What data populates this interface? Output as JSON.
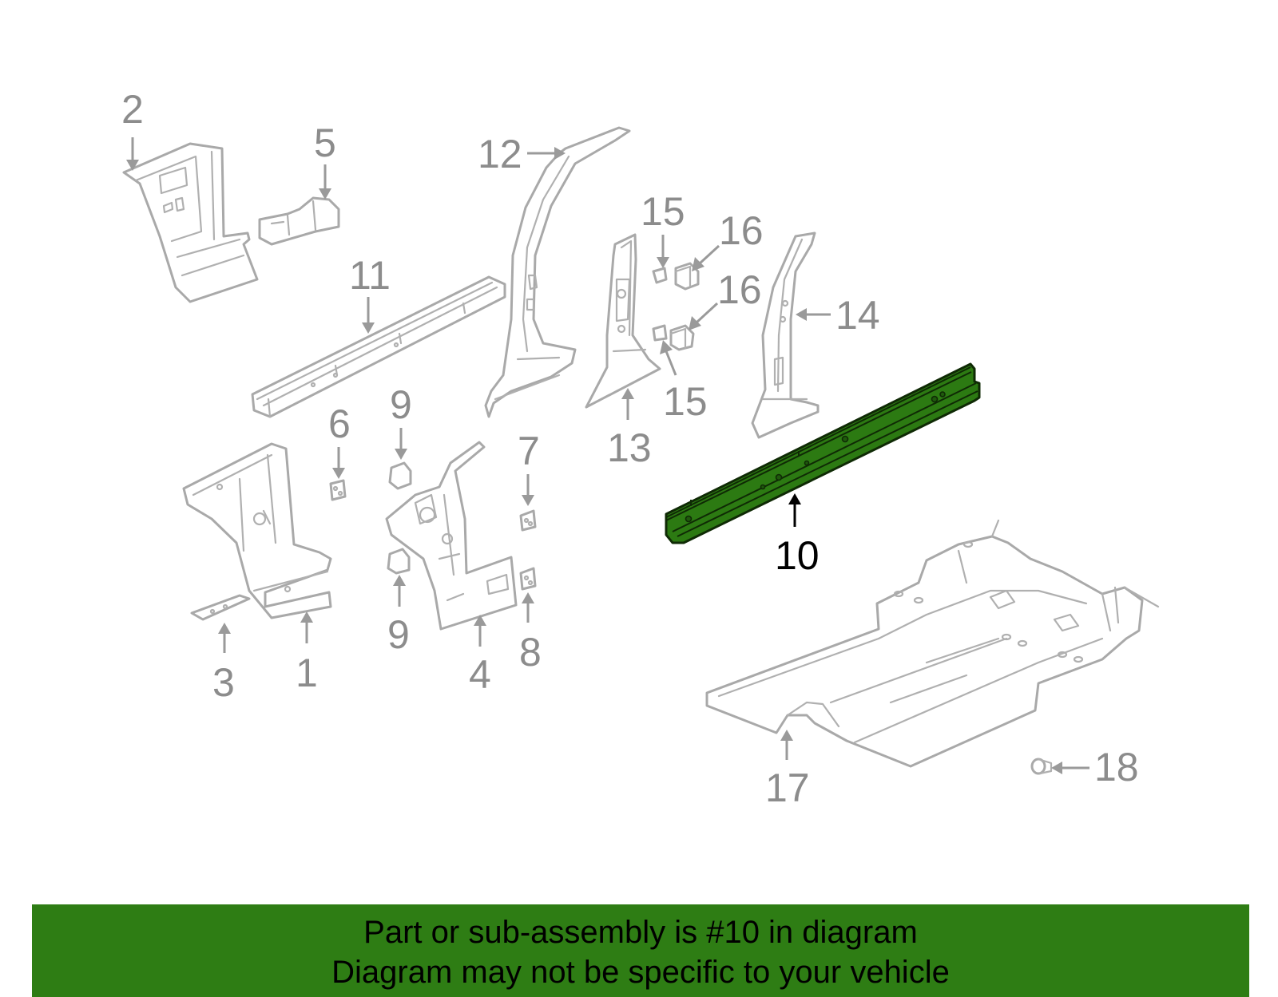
{
  "callouts": {
    "c1": "1",
    "c2": "2",
    "c3": "3",
    "c4": "4",
    "c5": "5",
    "c6": "6",
    "c7": "7",
    "c8": "8",
    "c9a": "9",
    "c9b": "9",
    "c10": "10",
    "c11": "11",
    "c12": "12",
    "c13": "13",
    "c14": "14",
    "c15a": "15",
    "c15b": "15",
    "c16a": "16",
    "c16b": "16",
    "c17": "17",
    "c18": "18"
  },
  "highlighted_part": "10",
  "colors": {
    "highlight": "#2c7a12",
    "banner": "#2e7d14",
    "line_art": "#a9a9a9"
  },
  "banner": {
    "line1": "Part or sub-assembly is #10 in diagram",
    "line2": "Diagram may not be specific to your vehicle"
  }
}
